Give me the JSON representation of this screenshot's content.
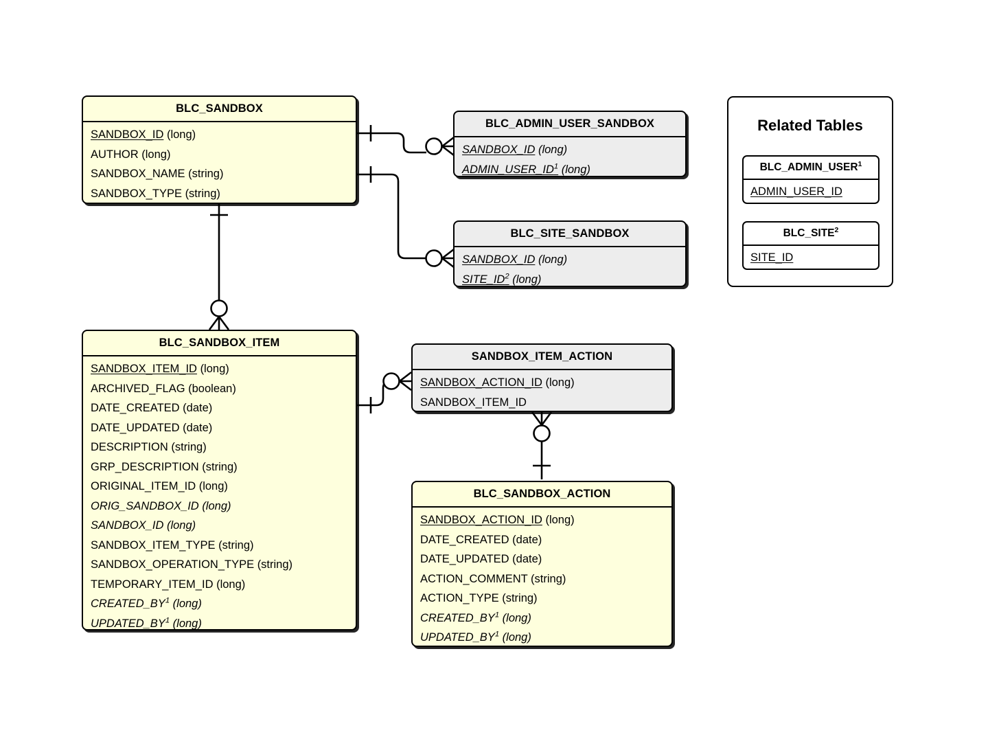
{
  "diagram": {
    "type": "entity-relationship-diagram",
    "notation": "crows-foot",
    "colors": {
      "entity_fill_primary": "#feffdd",
      "entity_fill_secondary": "#ededed",
      "legend_fill": "#ffffff",
      "stroke": "#000000",
      "background": "#ffffff"
    }
  },
  "entities": [
    {
      "id": "blc_sandbox",
      "title": "BLC_SANDBOX",
      "fill": "yellow",
      "attributes": [
        {
          "name": "SANDBOX_ID",
          "type": "(long)",
          "pk": true,
          "fk": false
        },
        {
          "name": "AUTHOR",
          "type": "(long)",
          "pk": false,
          "fk": false
        },
        {
          "name": "SANDBOX_NAME",
          "type": "(string)",
          "pk": false,
          "fk": false
        },
        {
          "name": "SANDBOX_TYPE",
          "type": "(string)",
          "pk": false,
          "fk": false
        }
      ]
    },
    {
      "id": "blc_admin_user_sandbox",
      "title": "BLC_ADMIN_USER_SANDBOX",
      "fill": "gray",
      "attributes": [
        {
          "name": "SANDBOX_ID",
          "type": "(long)",
          "pk": true,
          "fk": true,
          "ref": ""
        },
        {
          "name": "ADMIN_USER_ID",
          "type": "(long)",
          "pk": true,
          "fk": true,
          "ref": "1"
        }
      ]
    },
    {
      "id": "blc_site_sandbox",
      "title": "BLC_SITE_SANDBOX",
      "fill": "gray",
      "attributes": [
        {
          "name": "SANDBOX_ID",
          "type": "(long)",
          "pk": true,
          "fk": true,
          "ref": ""
        },
        {
          "name": "SITE_ID",
          "type": "(long)",
          "pk": true,
          "fk": true,
          "ref": "2"
        }
      ]
    },
    {
      "id": "blc_sandbox_item",
      "title": "BLC_SANDBOX_ITEM",
      "fill": "yellow",
      "attributes": [
        {
          "name": "SANDBOX_ITEM_ID",
          "type": "(long)",
          "pk": true,
          "fk": false
        },
        {
          "name": "ARCHIVED_FLAG",
          "type": "(boolean)",
          "pk": false,
          "fk": false
        },
        {
          "name": "DATE_CREATED",
          "type": "(date)",
          "pk": false,
          "fk": false
        },
        {
          "name": "DATE_UPDATED",
          "type": "(date)",
          "pk": false,
          "fk": false
        },
        {
          "name": "DESCRIPTION",
          "type": "(string)",
          "pk": false,
          "fk": false
        },
        {
          "name": "GRP_DESCRIPTION",
          "type": "(string)",
          "pk": false,
          "fk": false
        },
        {
          "name": "ORIGINAL_ITEM_ID",
          "type": "(long)",
          "pk": false,
          "fk": false
        },
        {
          "name": "ORIG_SANDBOX_ID",
          "type": "(long)",
          "pk": false,
          "fk": true,
          "ref": ""
        },
        {
          "name": "SANDBOX_ID",
          "type": "(long)",
          "pk": false,
          "fk": true,
          "ref": ""
        },
        {
          "name": "SANDBOX_ITEM_TYPE",
          "type": "(string)",
          "pk": false,
          "fk": false
        },
        {
          "name": "SANDBOX_OPERATION_TYPE",
          "type": "(string)",
          "pk": false,
          "fk": false
        },
        {
          "name": "TEMPORARY_ITEM_ID",
          "type": "(long)",
          "pk": false,
          "fk": false
        },
        {
          "name": "CREATED_BY",
          "type": "(long)",
          "pk": false,
          "fk": true,
          "ref": "1"
        },
        {
          "name": "UPDATED_BY",
          "type": "(long)",
          "pk": false,
          "fk": true,
          "ref": "1"
        }
      ]
    },
    {
      "id": "sandbox_item_action",
      "title": "SANDBOX_ITEM_ACTION",
      "fill": "gray",
      "attributes": [
        {
          "name": "SANDBOX_ACTION_ID",
          "type": "(long)",
          "pk": true,
          "fk": false
        },
        {
          "name": "SANDBOX_ITEM_ID",
          "type": "",
          "pk": false,
          "fk": false
        }
      ]
    },
    {
      "id": "blc_sandbox_action",
      "title": "BLC_SANDBOX_ACTION",
      "fill": "yellow",
      "attributes": [
        {
          "name": "SANDBOX_ACTION_ID",
          "type": "(long)",
          "pk": true,
          "fk": false
        },
        {
          "name": "DATE_CREATED",
          "type": "(date)",
          "pk": false,
          "fk": false
        },
        {
          "name": "DATE_UPDATED",
          "type": "(date)",
          "pk": false,
          "fk": false
        },
        {
          "name": "ACTION_COMMENT",
          "type": "(string)",
          "pk": false,
          "fk": false
        },
        {
          "name": "ACTION_TYPE",
          "type": "(string)",
          "pk": false,
          "fk": false
        },
        {
          "name": "CREATED_BY",
          "type": "(long)",
          "pk": false,
          "fk": true,
          "ref": "1"
        },
        {
          "name": "UPDATED_BY",
          "type": "(long)",
          "pk": false,
          "fk": true,
          "ref": "1"
        }
      ]
    }
  ],
  "legend": {
    "title": "Related Tables",
    "tables": [
      {
        "id": "blc_admin_user",
        "title": "BLC_ADMIN_USER",
        "marker": "1",
        "attributes": [
          {
            "name": "ADMIN_USER_ID",
            "pk": true
          }
        ]
      },
      {
        "id": "blc_site",
        "title": "BLC_SITE",
        "marker": "2",
        "attributes": [
          {
            "name": "SITE_ID",
            "pk": true
          }
        ]
      }
    ]
  },
  "relationships": [
    {
      "id": "rel-sandbox-adminusersandbox",
      "from": "blc_sandbox",
      "to": "blc_admin_user_sandbox",
      "from_cardinality": "one",
      "to_cardinality": "zero-or-many"
    },
    {
      "id": "rel-sandbox-sitesandbox",
      "from": "blc_sandbox",
      "to": "blc_site_sandbox",
      "from_cardinality": "one",
      "to_cardinality": "zero-or-many"
    },
    {
      "id": "rel-sandbox-sandboxitem",
      "from": "blc_sandbox",
      "to": "blc_sandbox_item",
      "from_cardinality": "one",
      "to_cardinality": "zero-or-many"
    },
    {
      "id": "rel-sandboxitem-itemaction",
      "from": "blc_sandbox_item",
      "to": "sandbox_item_action",
      "from_cardinality": "one",
      "to_cardinality": "zero-or-many"
    },
    {
      "id": "rel-sandboxaction-itemaction",
      "from": "blc_sandbox_action",
      "to": "sandbox_item_action",
      "from_cardinality": "one",
      "to_cardinality": "zero-or-many"
    }
  ]
}
